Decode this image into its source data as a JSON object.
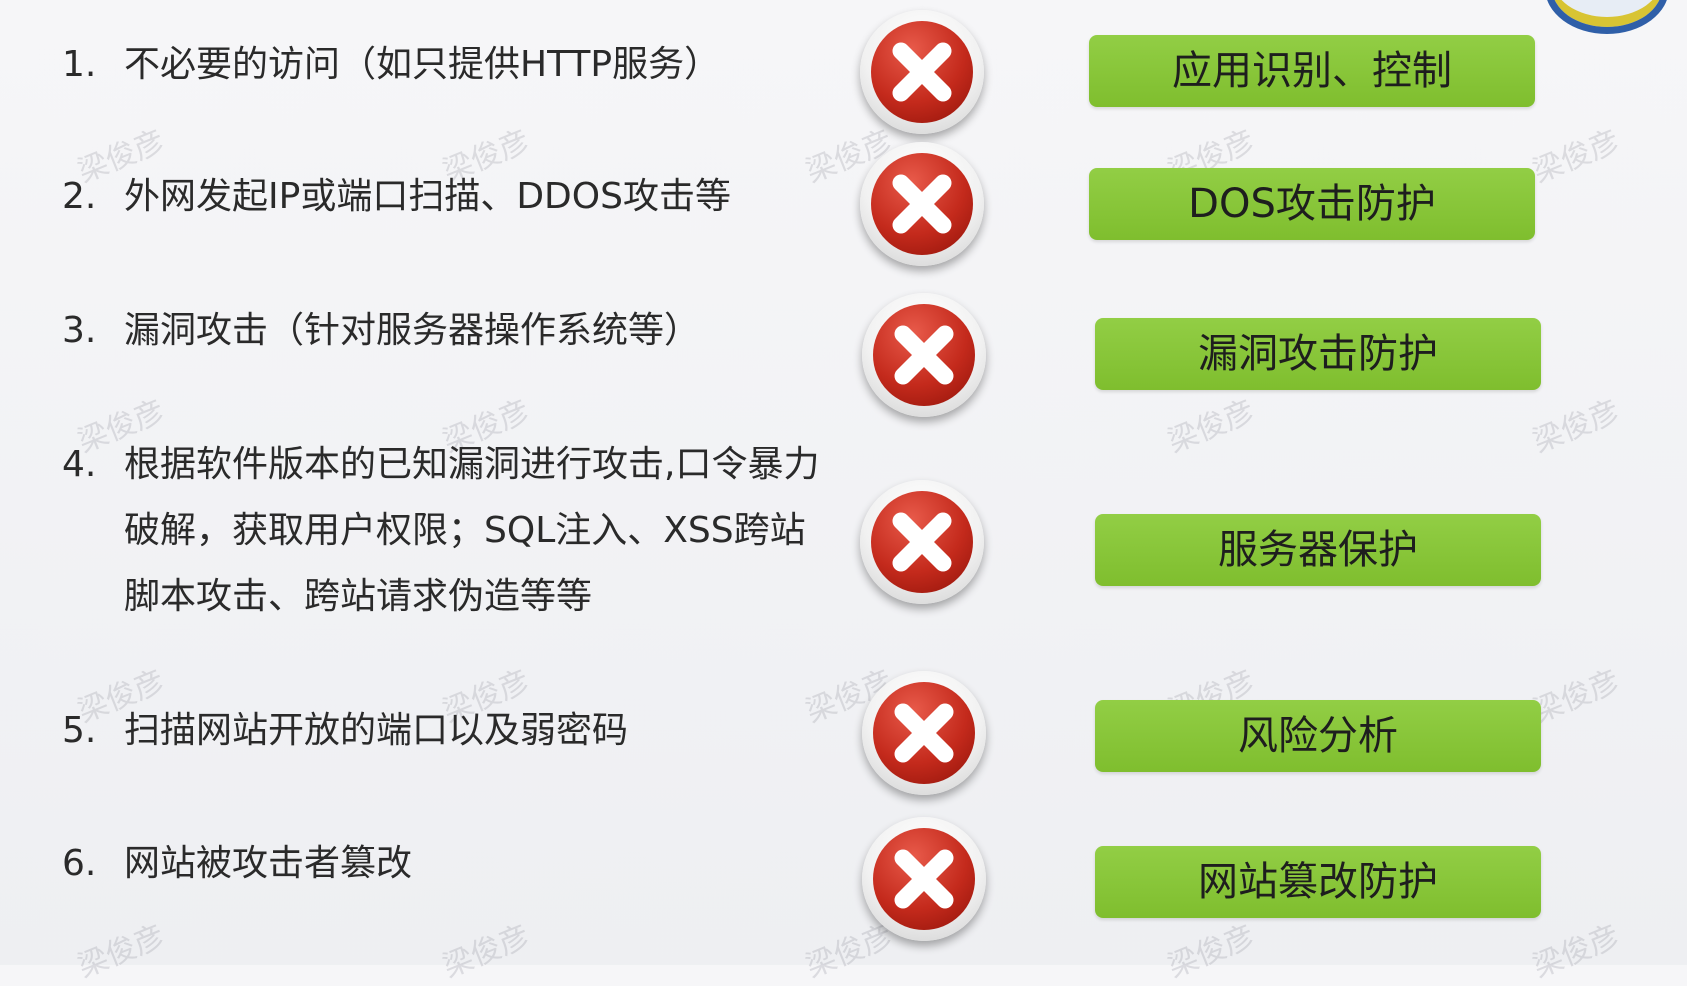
{
  "watermark": "梁俊彦",
  "threats": [
    {
      "num": "1.",
      "lines": [
        "不必要的访问（如只提供HTTP服务）"
      ],
      "solution": "应用识别、控制"
    },
    {
      "num": "2.",
      "lines": [
        "外网发起IP或端口扫描、DDOS攻击等"
      ],
      "solution": "DOS攻击防护"
    },
    {
      "num": "3.",
      "lines": [
        "漏洞攻击（针对服务器操作系统等）"
      ],
      "solution": "漏洞攻击防护"
    },
    {
      "num": "4.",
      "lines": [
        "根据软件版本的已知漏洞进行攻击,口令暴力",
        "破解，获取用户权限；SQL注入、XSS跨站",
        "脚本攻击、跨站请求伪造等等"
      ],
      "solution": "服务器保护"
    },
    {
      "num": "5.",
      "lines": [
        "扫描网站开放的端口以及弱密码"
      ],
      "solution": "风险分析"
    },
    {
      "num": "6.",
      "lines": [
        "网站被攻击者篡改"
      ],
      "solution": "网站篡改防护"
    }
  ],
  "icons": {
    "status": "close-x-icon",
    "color": "#c42a1c"
  },
  "colors": {
    "tag_bg": "#86c53a",
    "text": "#2a2a2a"
  }
}
